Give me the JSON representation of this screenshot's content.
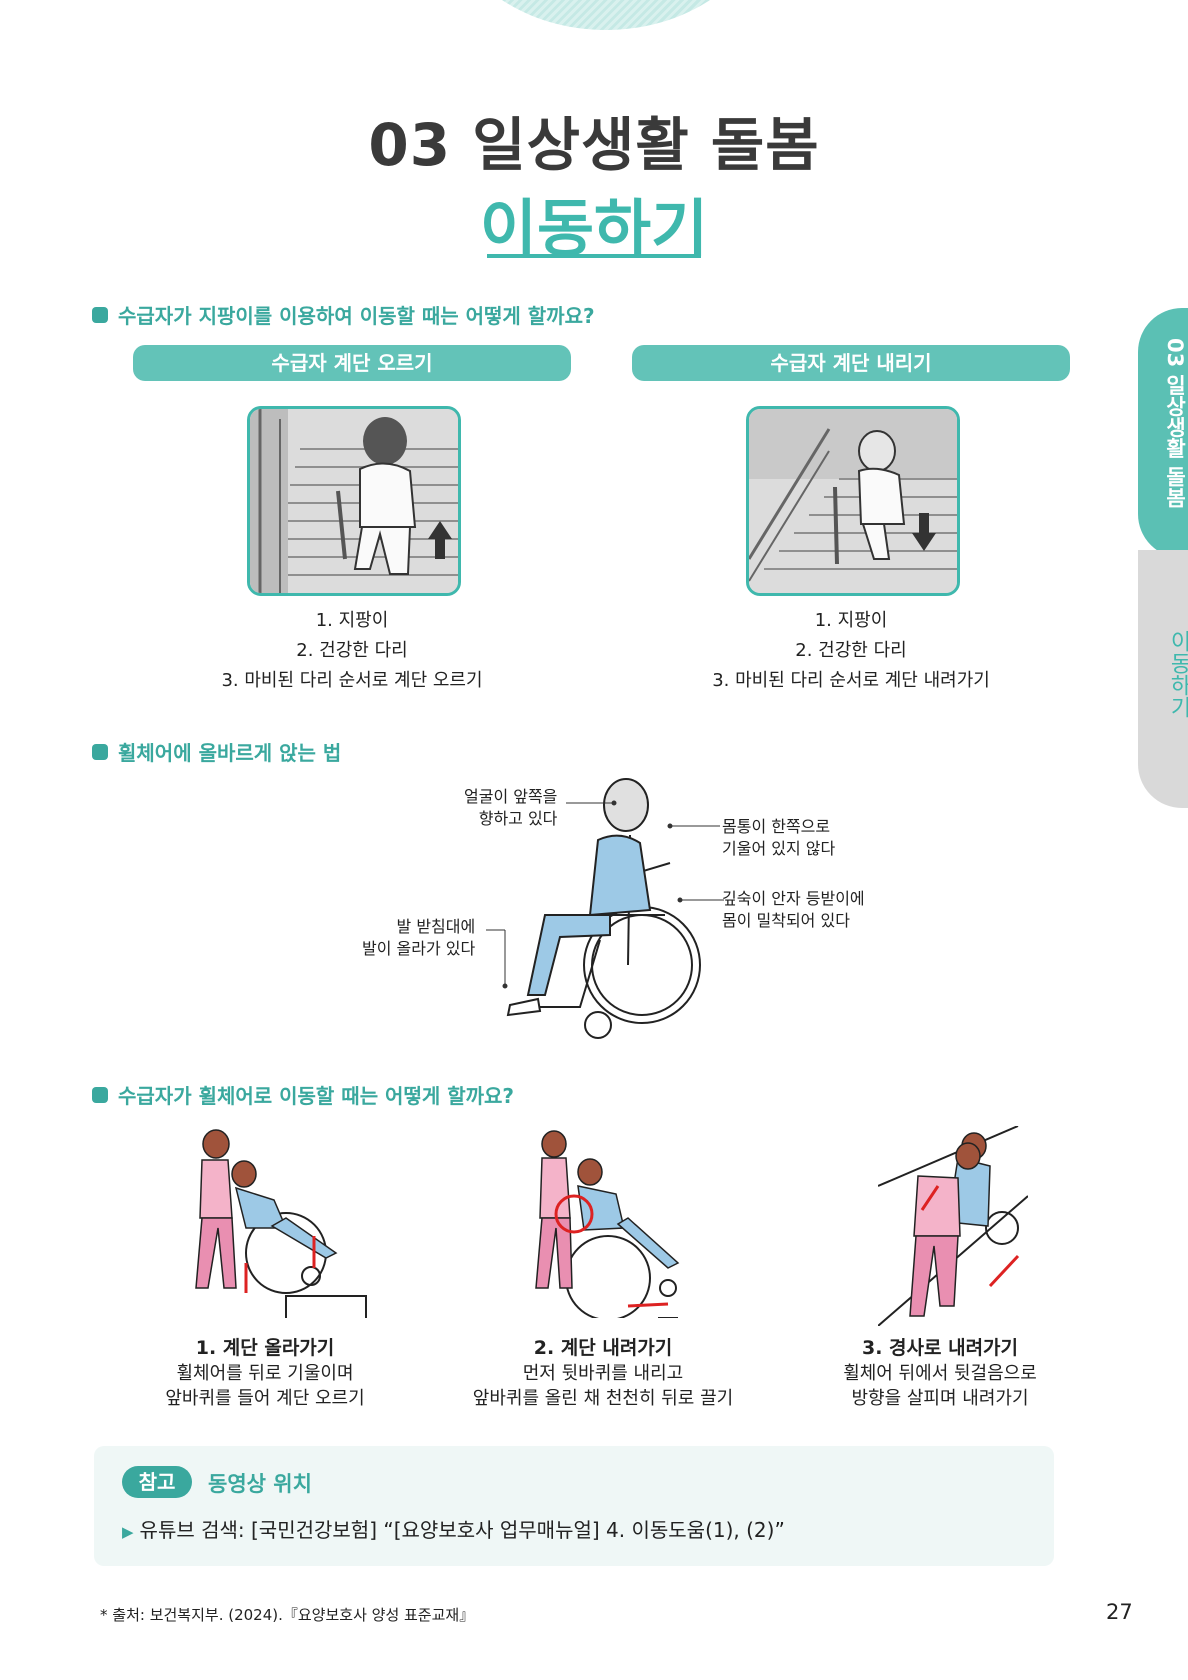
{
  "header": {
    "chapter_title": "03 일상생활 돌봄",
    "topic_title": "이동하기"
  },
  "side_tabs": {
    "active": "03 일상생활 돌봄",
    "inactive": "이동하기"
  },
  "sections": {
    "cane": {
      "heading": "수급자가 지팡이를 이용하여 이동할 때는 어떻게 할까요?",
      "up": {
        "label": "수급자 계단 오르기",
        "steps": [
          "1. 지팡이",
          "2. 건강한 다리",
          "3. 마비된 다리 순서로 계단 오르기"
        ]
      },
      "down": {
        "label": "수급자 계단 내리기",
        "steps": [
          "1. 지팡이",
          "2. 건강한 다리",
          "3. 마비된 다리 순서로 계단 내려가기"
        ]
      }
    },
    "sitting": {
      "heading": "휠체어에 올바르게 앉는 법",
      "callouts": {
        "face": [
          "얼굴이 앞쪽을",
          "향하고 있다"
        ],
        "body": [
          "몸통이 한쪽으로",
          "기울어 있지 않다"
        ],
        "back": [
          "깊숙이 안자 등받이에",
          "몸이 밀착되어 있다"
        ],
        "feet": [
          "발 받침대에",
          "발이 올라가 있다"
        ]
      }
    },
    "wheelchair": {
      "heading": "수급자가 휠체어로 이동할 때는 어떻게 할까요?",
      "items": [
        {
          "title": "1. 계단 올라가기",
          "lines": [
            "휠체어를 뒤로 기울이며",
            "앞바퀴를 들어 계단 오르기"
          ]
        },
        {
          "title": "2. 계단 내려가기",
          "lines": [
            "먼저 뒷바퀴를 내리고",
            "앞바퀴를 올린 채 천천히 뒤로 끌기"
          ]
        },
        {
          "title": "3. 경사로 내려가기",
          "lines": [
            "휠체어 뒤에서 뒷걸음으로",
            "방향을 살피며 내려가기"
          ]
        }
      ]
    }
  },
  "reference": {
    "badge": "참고",
    "title": "동영상 위치",
    "line": "유튜브 검색: [국민건강보험] “[요양보호사 업무매뉴얼] 4. 이동도움(1), (2)”"
  },
  "footer": {
    "source": "* 출처: 보건복지부. (2024).『요양보호사 양성 표준교재』",
    "page_number": "27"
  },
  "colors": {
    "accent": "#3fb8ad",
    "pill": "#63c3b8",
    "title_dark": "#3a3a3a",
    "ref_bg": "#eff7f6"
  }
}
